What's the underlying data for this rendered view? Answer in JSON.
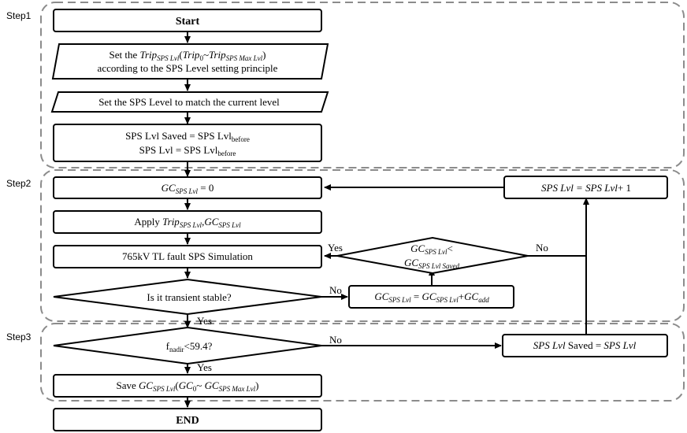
{
  "steps": [
    "Step1",
    "Step2",
    "Step3"
  ],
  "nodes": {
    "start": "Start",
    "set_trip": {
      "pre": "Set the ",
      "trip": "Trip",
      "trip_sub": "SPS Lvl",
      "paren_open": "(",
      "trip0": "Trip",
      "trip0_sub": "0",
      "tilde": "~",
      "tripmax": "Trip",
      "tripmax_sub": "SPS Max Lvl",
      "paren_close": ")",
      "line2": "according to the SPS Level setting principle"
    },
    "set_level": "Set the SPS Level to match the current level",
    "saved": {
      "line1_main": "SPS Lvl Saved = SPS Lvl",
      "line1_sub": "before",
      "line2_main": "SPS Lvl = SPS Lvl",
      "line2_sub": "before"
    },
    "gc_init": {
      "gc": "GC",
      "sub": "SPS Lvl",
      "rest": " = 0"
    },
    "apply": {
      "pre": "Apply ",
      "trip": "Trip",
      "trip_sub": "SPS Lvl",
      "comma": ",",
      "gc": "GC",
      "gc_sub": "SPS Lvl"
    },
    "simulation": "765kV TL fault  SPS Simulation",
    "transient": "Is it transient stable?",
    "gc_compare": {
      "gc": "GC",
      "sub": "SPS Lvl",
      "lt": "<",
      "gc2": "GC",
      "sub2": "SPS Lvl Saved"
    },
    "gc_add": {
      "gc": "GC",
      "sub": "SPS Lvl",
      "eq": " = ",
      "gc2": "GC",
      "sub2": "SPS Lvl",
      "plus": "+",
      "gc3": "GC",
      "sub3": "add"
    },
    "lvl_inc": {
      "text": "SPS Lvl = SPS Lvl",
      "rest": "+ 1"
    },
    "fnadir": {
      "f": "f",
      "sub": "nadir",
      "rest": "<59.4?"
    },
    "lvl_saved": {
      "a": "SPS Lvl",
      "mid": " Saved = ",
      "b": "SPS Lvl"
    },
    "save_gc": {
      "pre": "Save ",
      "gc": "GC",
      "sub": "SPS Lvl",
      "open": "(",
      "gc0": "GC",
      "sub0": "0",
      "tilde": "~ ",
      "gcmax": "GC",
      "submax": "SPS Max Lvl",
      "close": ")"
    },
    "end": "END"
  },
  "edges": {
    "yes_compare": "Yes",
    "no_compare": "No",
    "no_transient": "No",
    "yes_transient": "Yes",
    "no_fnadir": "No",
    "yes_fnadir": "Yes"
  }
}
